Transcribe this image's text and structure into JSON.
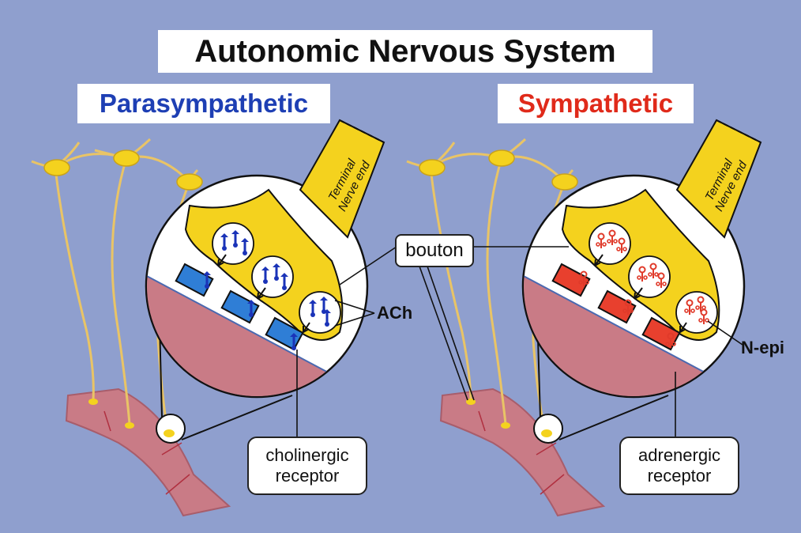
{
  "title": "Autonomic Nervous System",
  "panels": {
    "parasympathetic": {
      "heading": "Parasympathetic",
      "heading_color": "#1e3fb4",
      "nerve_label": [
        "Terminal",
        "Nerve end"
      ],
      "receptor_label": [
        "cholinergic",
        "receptor"
      ],
      "transmitter_label": "ACh",
      "receptor_color": "#2f7ed6",
      "transmitter_color": "#1a33b8"
    },
    "sympathetic": {
      "heading": "Sympathetic",
      "heading_color": "#e02a1a",
      "nerve_label": [
        "Terminal",
        "Nerve end"
      ],
      "receptor_label": [
        "adrenergic",
        "receptor"
      ],
      "transmitter_label": "N-epi",
      "receptor_color": "#e8402e",
      "transmitter_color": "#e03a2a"
    }
  },
  "shared": {
    "bouton_label": "bouton"
  },
  "colors": {
    "background": "#8f9fce",
    "nerve_yellow": "#f4d21e",
    "muscle": "#c97b86",
    "muscle_dark": "#b0606e"
  }
}
